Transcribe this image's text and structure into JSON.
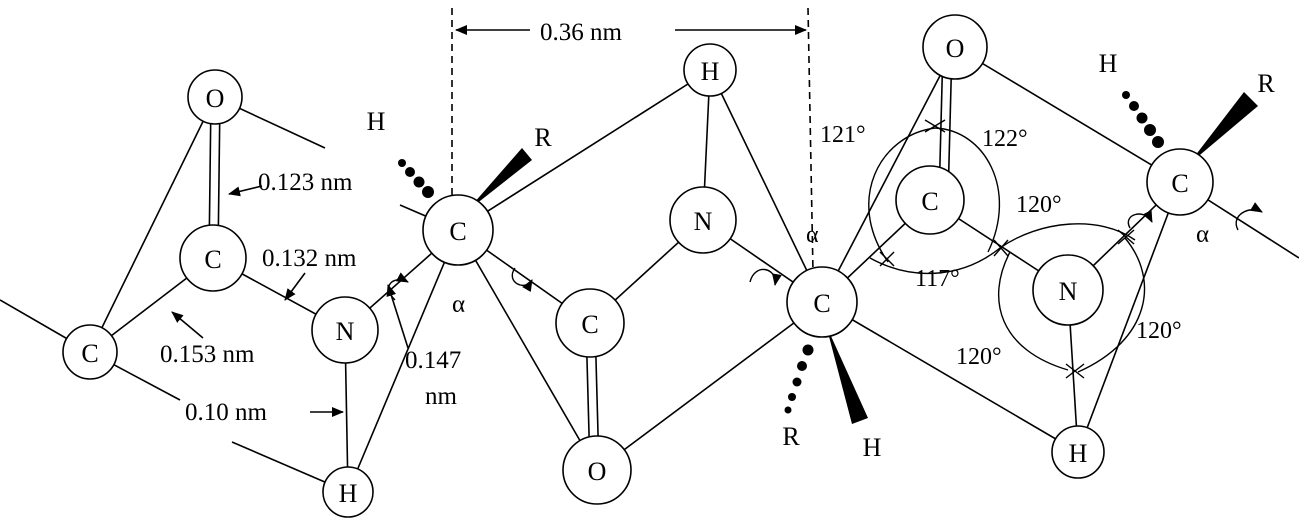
{
  "atoms": {
    "c_left": "C",
    "c_carbonyl_1": "C",
    "o_1": "O",
    "n_1": "N",
    "h_n1": "H",
    "c_alpha_1": "C",
    "h_calpha_1": "H",
    "r_calpha_1": "R",
    "c_carbonyl_2": "C",
    "o_2": "O",
    "n_2": "N",
    "h_n2": "H",
    "c_alpha_2": "C",
    "r_calpha_2": "R",
    "h_calpha_2": "H",
    "c_carbonyl_3": "C",
    "o_3": "O",
    "n_3": "N",
    "h_n3": "H",
    "c_alpha_3": "C",
    "h_calpha_3": "H",
    "r_calpha_3": "R"
  },
  "dimensions": {
    "co_bond": "0.123 nm",
    "cn_bond": "0.132 nm",
    "cc_bond": "0.153 nm",
    "nh_bond": "0.10 nm",
    "nca_bond_value": "0.147",
    "nca_bond_unit": "nm",
    "repeat_distance": "0.36 nm"
  },
  "angles": {
    "a121": "121°",
    "a122": "122°",
    "a117": "117°",
    "a120_top": "120°",
    "a120_left": "120°",
    "a120_right": "120°"
  },
  "greek": {
    "alpha_1": "α",
    "alpha_2": "α",
    "alpha_3": "α"
  }
}
